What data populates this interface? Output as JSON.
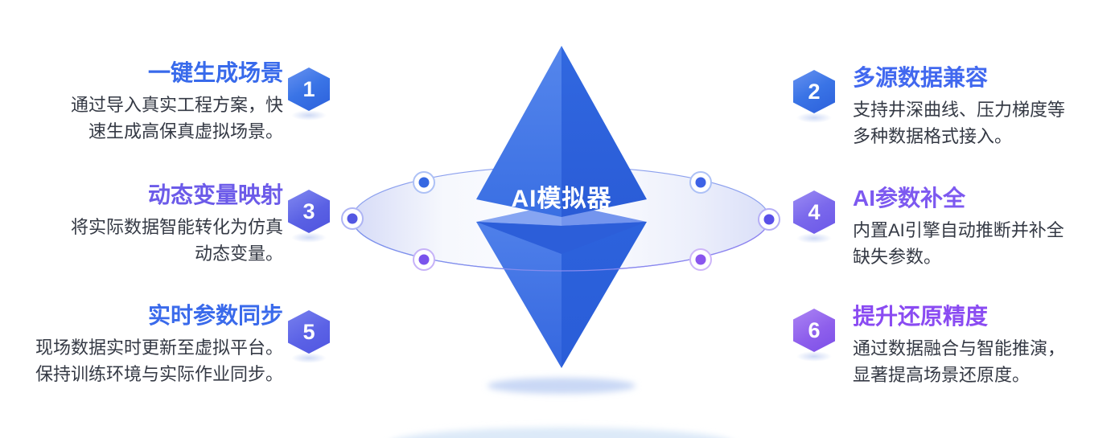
{
  "diagram": {
    "center_label": "AI模拟器",
    "features": [
      {
        "num": "1",
        "side": "left",
        "title": "一键生成场景",
        "desc": "通过导入真实工程方案，快\n速生成高保真虚拟场景。",
        "title_color": "#386AEB",
        "badge_gradient": [
          "#6892F0",
          "#2C60DB"
        ]
      },
      {
        "num": "2",
        "side": "right",
        "title": "多源数据兼容",
        "desc": "支持井深曲线、压力梯度等\n多种数据格式接入。",
        "title_color": "#4168EF",
        "badge_gradient": [
          "#6892F0",
          "#2C60DB"
        ]
      },
      {
        "num": "3",
        "side": "left",
        "title": "动态变量映射",
        "desc": "将实际数据智能转化为仿真\n动态变量。",
        "title_color": "#6C5BE9",
        "badge_gradient": [
          "#8289F1",
          "#4F54DE"
        ]
      },
      {
        "num": "4",
        "side": "right",
        "title": "AI参数补全",
        "desc": "内置AI引擎自动推断并补全\n缺失参数。",
        "title_color": "#7D59F0",
        "badge_gradient": [
          "#9C8CF3",
          "#6B57E8"
        ]
      },
      {
        "num": "5",
        "side": "left",
        "title": "实时参数同步",
        "desc": "现场数据实时更新至虚拟平台。\n保持训练环境与实际作业同步。",
        "title_color": "#3A6AEB",
        "badge_gradient": [
          "#7880EE",
          "#5056E1"
        ]
      },
      {
        "num": "6",
        "side": "right",
        "title": "提升还原精度",
        "desc": "通过数据融合与智能推演，\n显著提高场景还原度。",
        "title_color": "#8A4BF2",
        "badge_gradient": [
          "#AC85F4",
          "#7C4FE8"
        ]
      }
    ],
    "colors": {
      "diamond_blue_light": "#5586EC",
      "diamond_blue_dark": "#2A5CD7",
      "orbit_stroke": "#8498EC",
      "orbit_fill_edge": "#D6DBF7",
      "desc_text": "#343944",
      "orbit_dots": [
        "#3568E2",
        "#3E63E6",
        "#5357E2",
        "#5A50E8",
        "#7A53EC",
        "#8A55EE"
      ]
    }
  }
}
